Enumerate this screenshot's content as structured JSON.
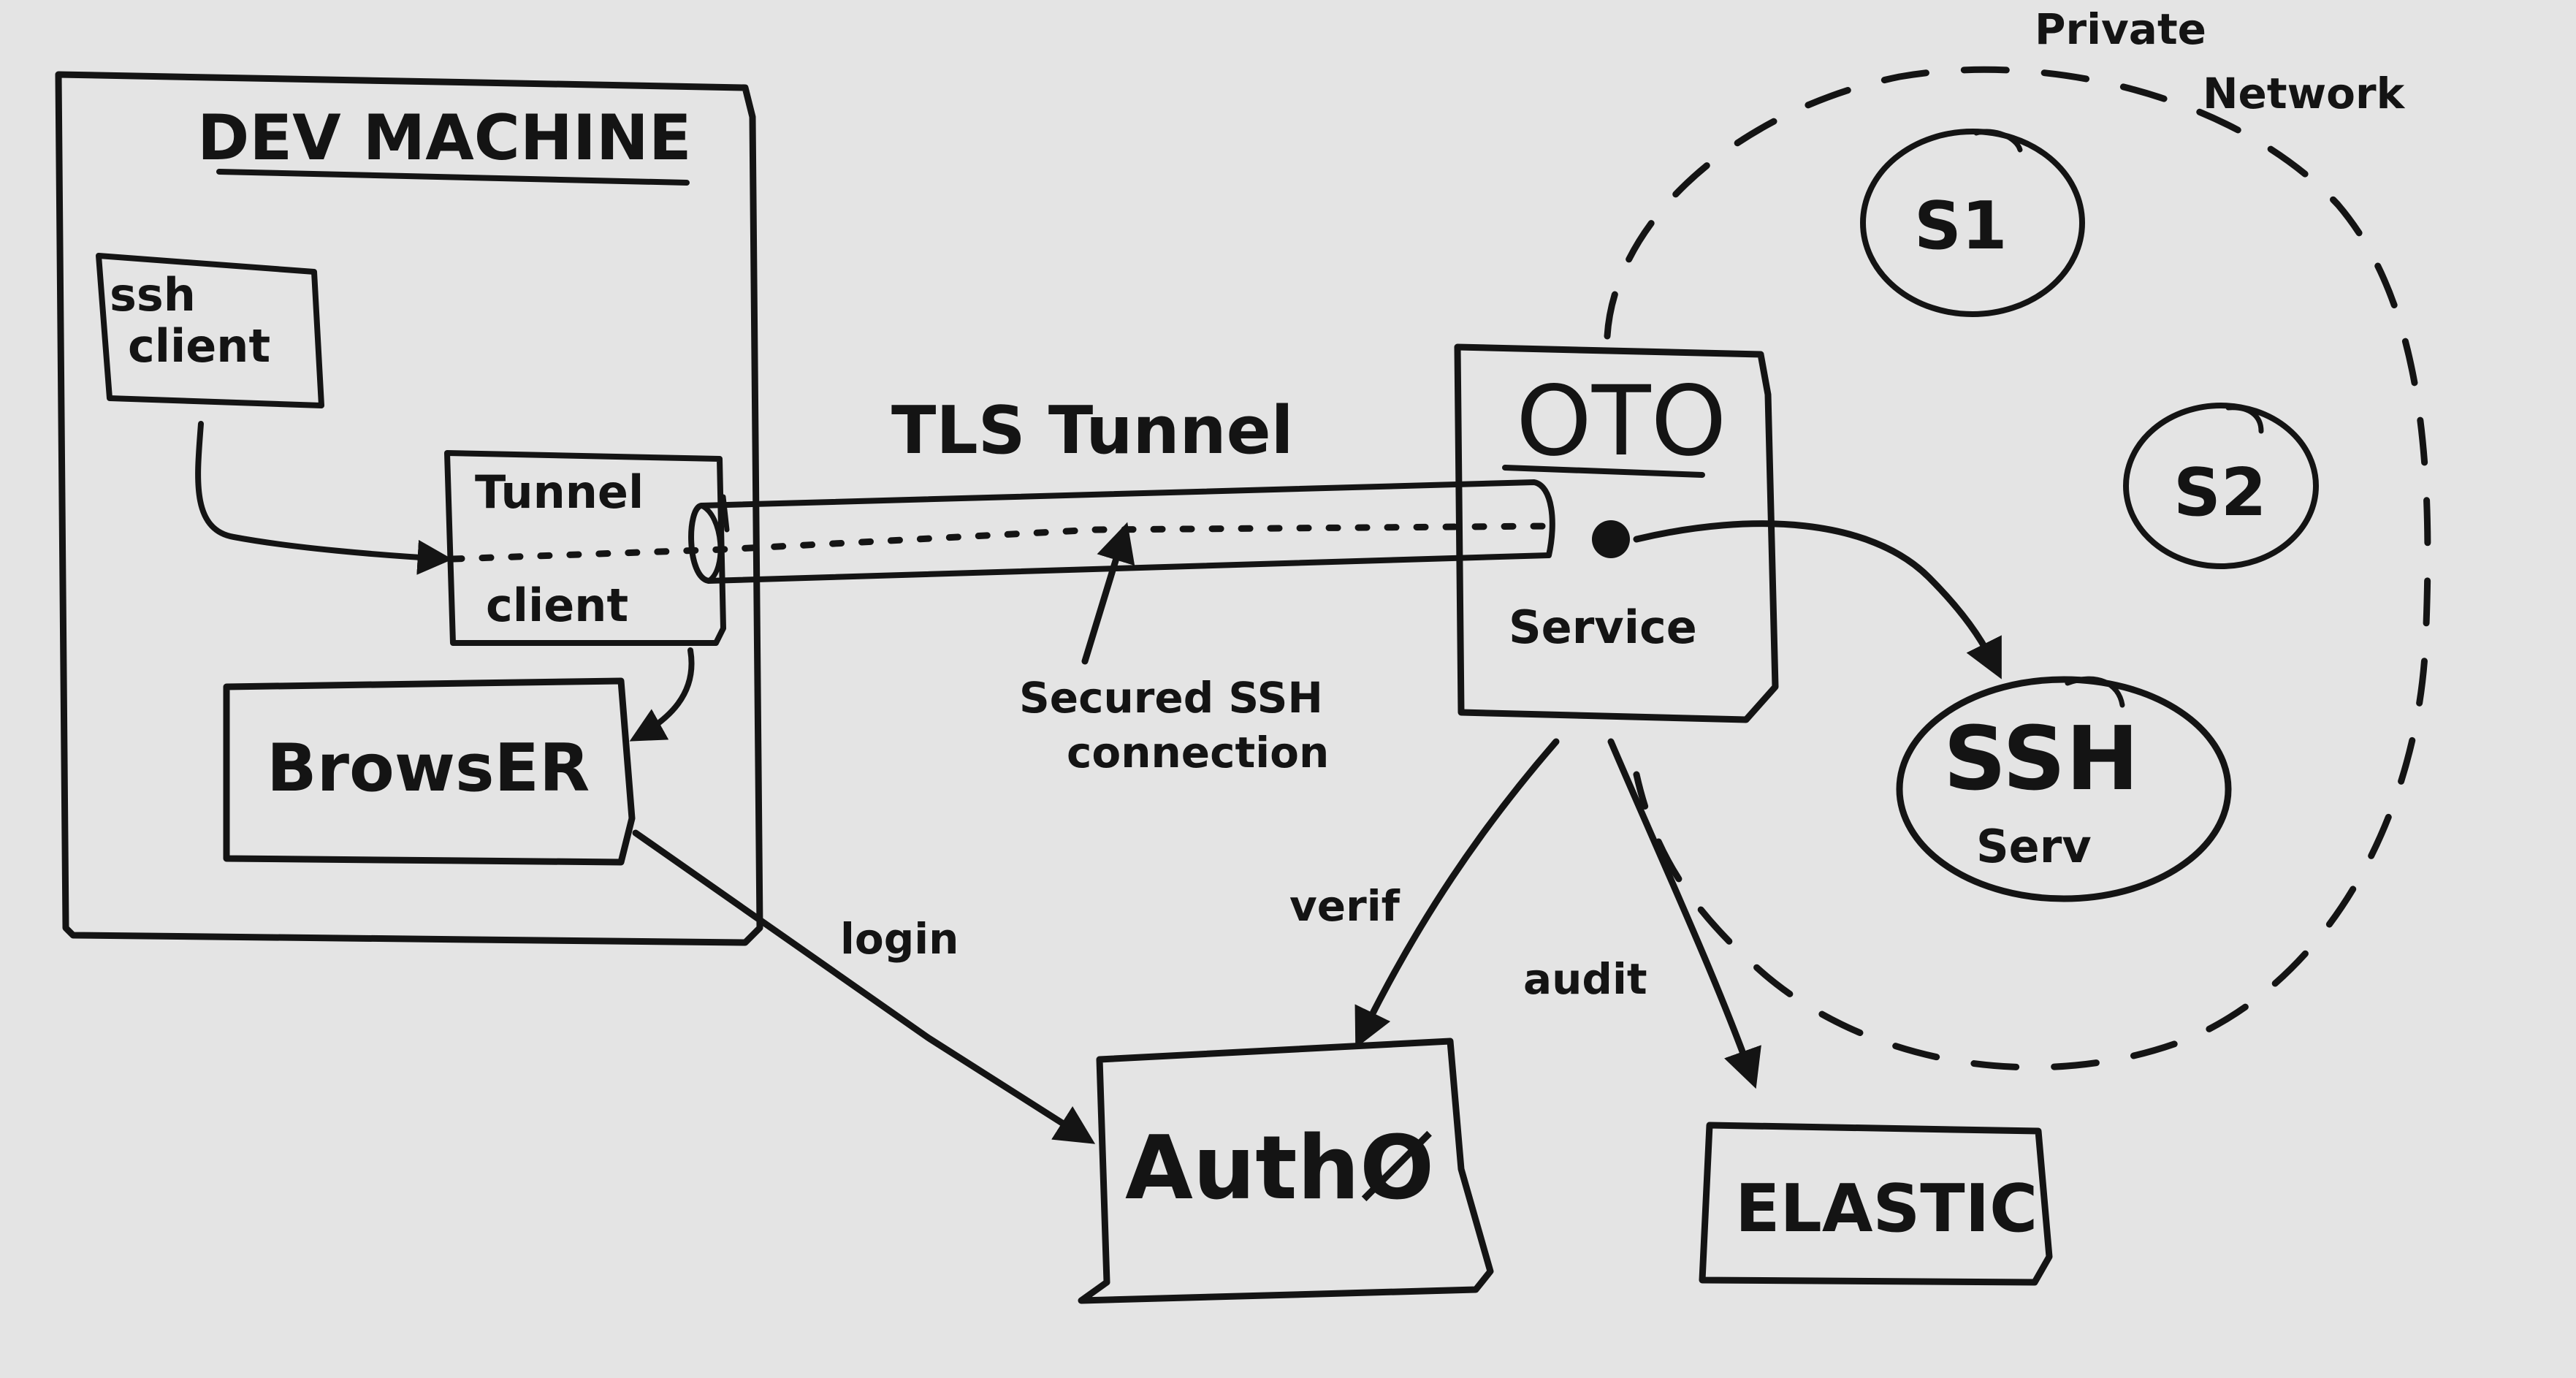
{
  "dev_machine": {
    "title": "DEV MACHINE",
    "ssh_client": {
      "line1": "ssh",
      "line2": "client"
    },
    "tunnel_client": {
      "line1": "Tunnel",
      "line2": "client"
    },
    "browser": "BrowsER"
  },
  "tls_tunnel": {
    "label": "TLS Tunnel",
    "secured_connection": {
      "line1": "Secured SSH",
      "line2": "connection"
    }
  },
  "oto": {
    "title": "OTO",
    "service": "Service"
  },
  "private_network": {
    "line1": "Private",
    "line2": "Network",
    "servers": [
      "S1",
      "S2"
    ],
    "ssh_server": {
      "line1": "SSH",
      "line2": "Serv"
    }
  },
  "auth": {
    "label": "AuthØ"
  },
  "elastic": {
    "label": "ELASTIC"
  },
  "edges": {
    "login": "login",
    "verif": "verif",
    "audit": "audit"
  },
  "colors": {
    "ink": "#141414",
    "board": "#e4e4e4"
  }
}
